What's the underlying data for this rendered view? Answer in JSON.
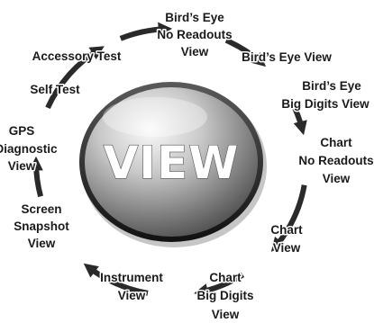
{
  "center": {
    "label": "VIEW"
  },
  "views": [
    {
      "lines": [
        "Bird’s Eye",
        "No Readouts",
        "View"
      ]
    },
    {
      "lines": [
        "Bird’s Eye View"
      ]
    },
    {
      "lines": [
        "Bird’s Eye",
        "Big Digits View"
      ]
    },
    {
      "lines": [
        "Chart",
        "No Readouts",
        "View"
      ]
    },
    {
      "lines": [
        "Chart",
        "View"
      ]
    },
    {
      "lines": [
        "Chart",
        "Big Digits",
        "View"
      ]
    },
    {
      "lines": [
        "Instrument",
        "View"
      ]
    },
    {
      "lines": [
        "Screen",
        "Snapshot",
        "View"
      ]
    },
    {
      "lines": [
        "GPS",
        "Diagnostic",
        "View"
      ]
    },
    {
      "lines": [
        "Self Test"
      ]
    },
    {
      "lines": [
        "Accessory Test"
      ]
    }
  ],
  "colors": {
    "ring": "#2a2a2a",
    "button_light": "#f2f2f2",
    "button_dark": "#3c3c3c",
    "button_rim": "#1e1e1e",
    "label_text": "#1a1a1a"
  }
}
